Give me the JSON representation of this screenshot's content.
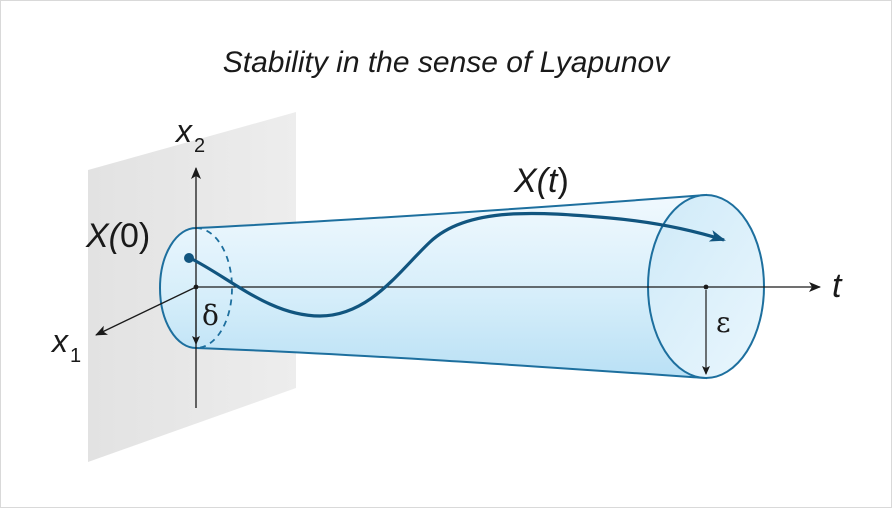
{
  "diagram": {
    "title": "Stability in the sense of Lyapunov",
    "labels": {
      "x2": {
        "main": "x",
        "sub": "2"
      },
      "x1": {
        "main": "x",
        "sub": "1"
      },
      "t": "t",
      "x0": {
        "pre": "X(",
        "num": "0",
        "post": ")"
      },
      "xt": {
        "pre": "X(",
        "var": "t",
        "post": ")"
      },
      "delta": "δ",
      "epsilon": "ε"
    },
    "colors": {
      "tube_fill_light": "#e9f6fd",
      "tube_fill_dark": "#bfe2f6",
      "tube_stroke": "#1d6f9e",
      "trajectory": "#11557f",
      "axis": "#1a1a1a",
      "plane": "#e6e6e6"
    }
  }
}
